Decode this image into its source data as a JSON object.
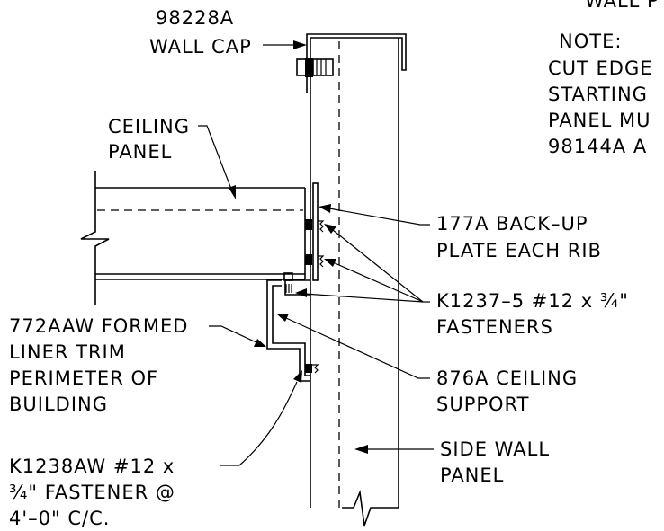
{
  "labels": {
    "top_cut_text": "WALL P",
    "wall_cap_part": "98228A",
    "wall_cap_name": "WALL CAP",
    "note_title": "NOTE:",
    "note_line1": "CUT EDGE",
    "note_line2": "STARTING",
    "note_line3": "PANEL MU",
    "note_line4": "98144A A",
    "ceiling_panel_line1": "CEILING",
    "ceiling_panel_line2": "PANEL",
    "backup_plate_line1": "177A BACK–UP",
    "backup_plate_line2": "PLATE EACH RIB",
    "fasteners_line1": "K1237–5 #12 x ¾\"",
    "fasteners_line2": "FASTENERS",
    "liner_trim_line1": "772AAW FORMED",
    "liner_trim_line2": "LINER TRIM",
    "liner_trim_line3": "PERIMETER OF",
    "liner_trim_line4": "BUILDING",
    "ceiling_support_line1": "876A CEILING",
    "ceiling_support_line2": "SUPPORT",
    "side_wall_line1": "SIDE WALL",
    "side_wall_line2": "PANEL",
    "fastener2_line1": "K1238AW #12 x",
    "fastener2_line2": "¾\" FASTENER @",
    "fastener2_line3": "4'–0\" C/C."
  },
  "colors": {
    "ink": "#000000",
    "background": "#ffffff"
  }
}
